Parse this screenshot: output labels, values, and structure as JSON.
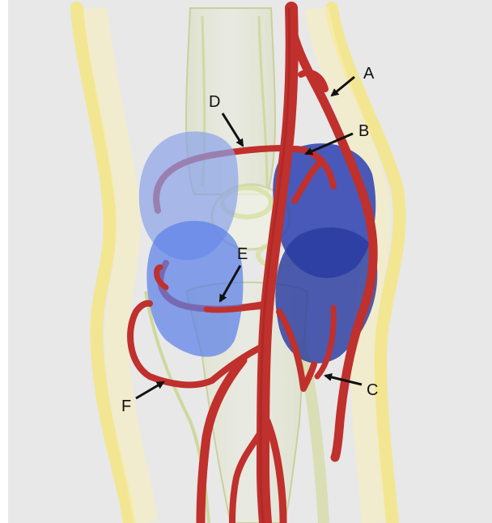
{
  "labels": {
    "A": "A",
    "B": "B",
    "C": "C",
    "D": "D",
    "E": "E",
    "F": "F"
  },
  "colors": {
    "background": "#e8e8e8",
    "artery": "#c0302c",
    "artery_dark": "#8f1f1c",
    "skin_outline": "#f0e27a",
    "bone_tint": "#d9e0b8",
    "fat_pad_light": "#8aa2e8",
    "fat_pad_mid": "#4f6fe0",
    "fat_pad_dark": "#2b3aa8",
    "arrow": "#111111"
  }
}
